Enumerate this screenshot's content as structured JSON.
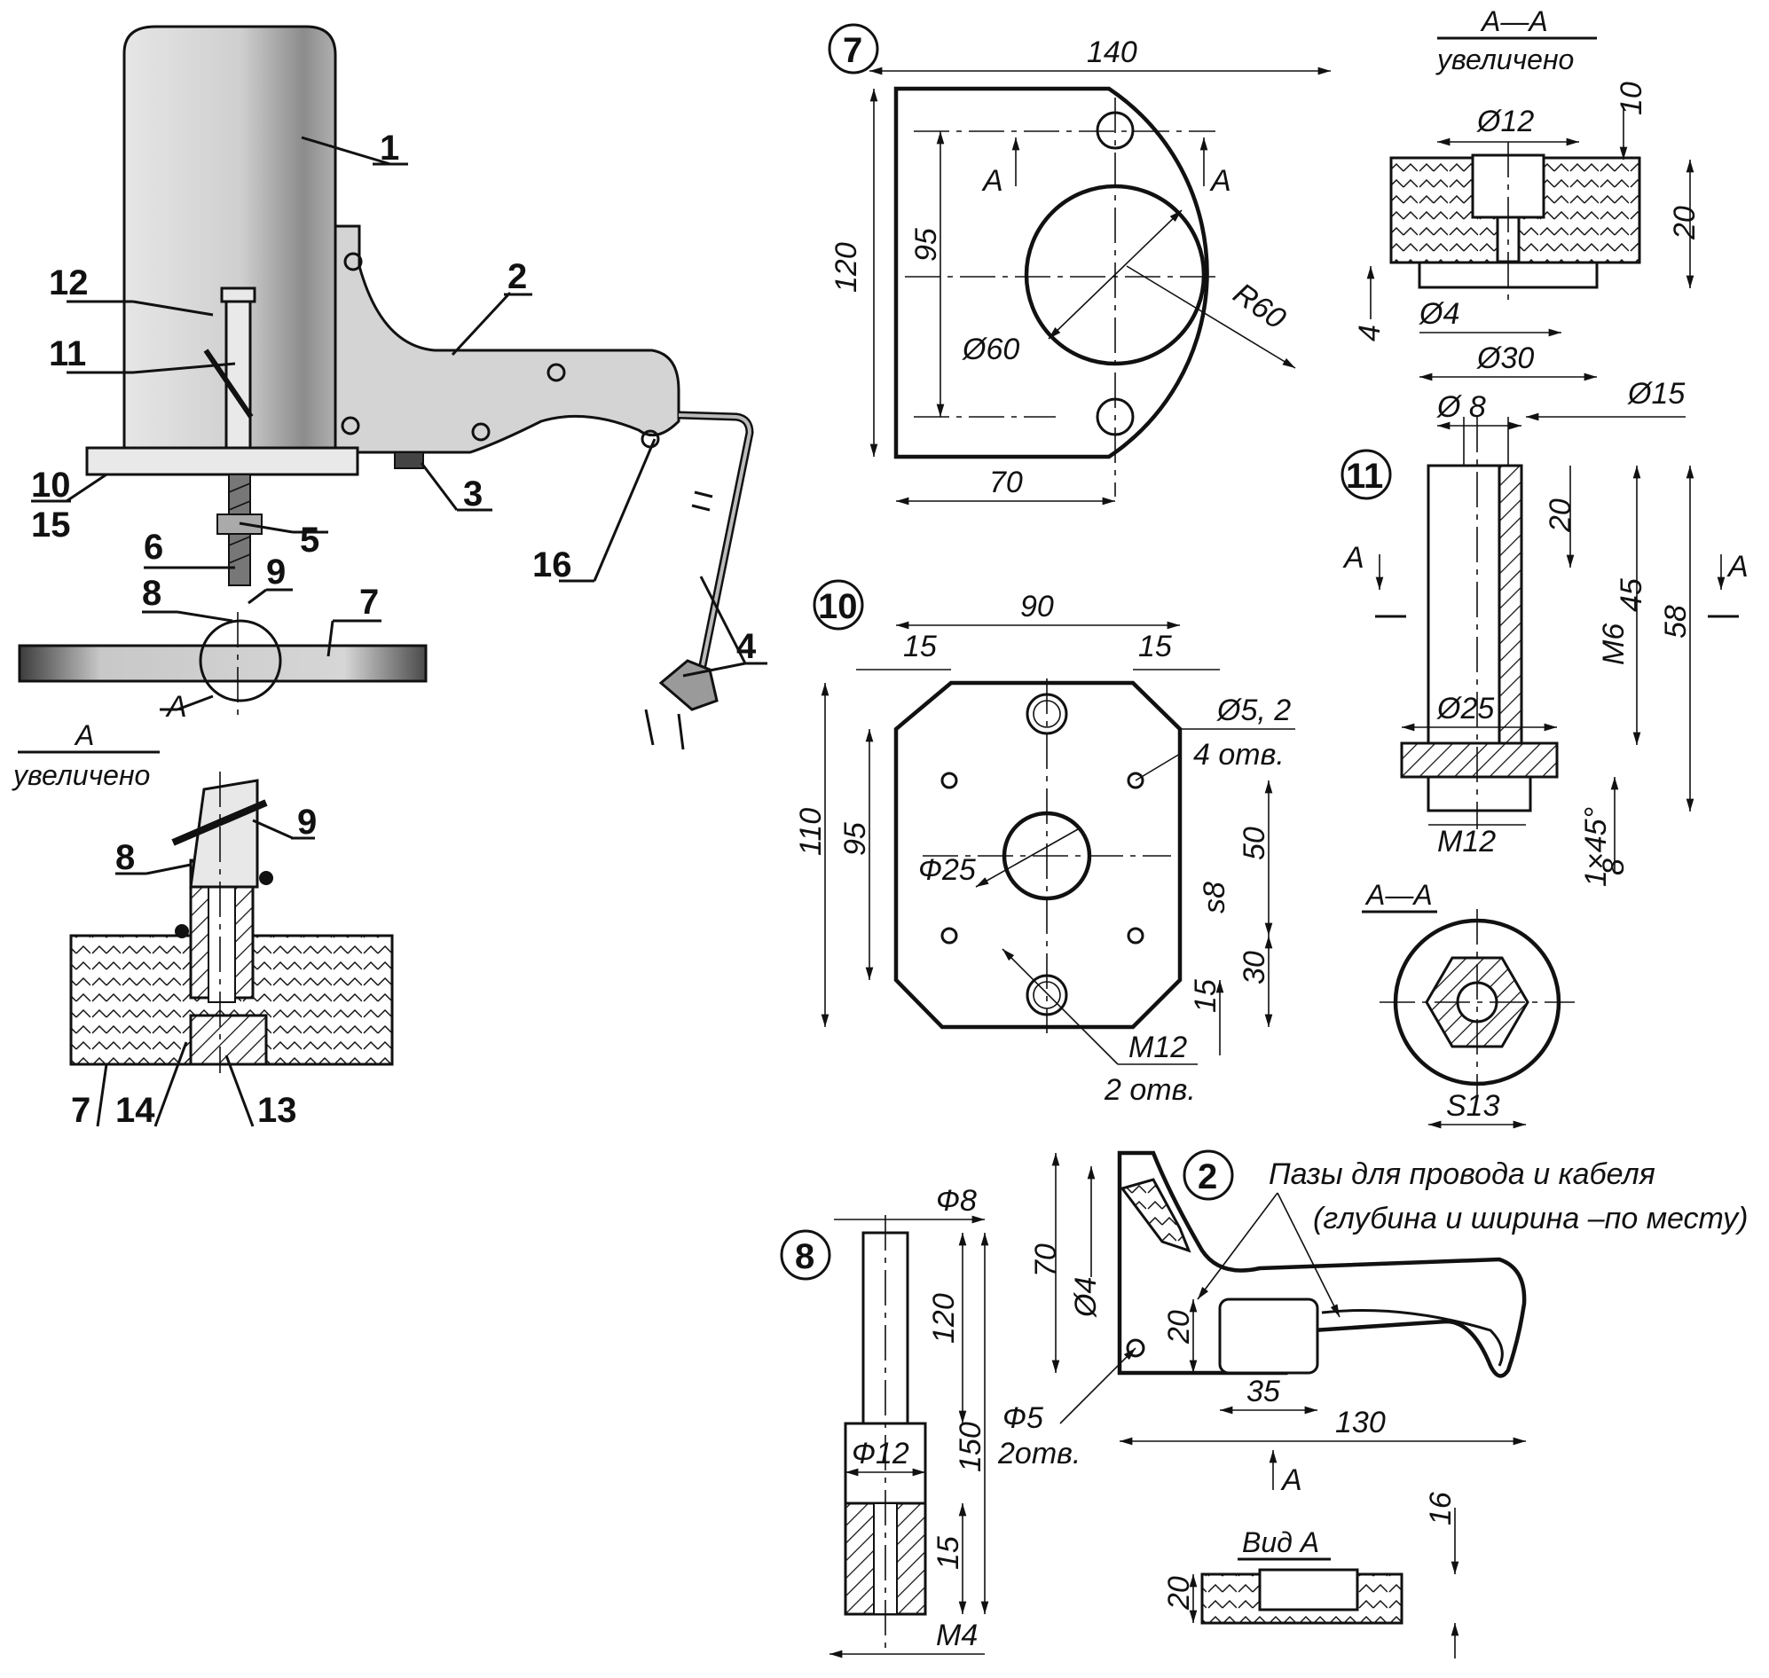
{
  "general_view": {
    "callouts": [
      "1",
      "2",
      "3",
      "4",
      "5",
      "6",
      "7",
      "8",
      "9",
      "10",
      "11",
      "12",
      "15",
      "16"
    ],
    "section_marker": "A",
    "detail_title": "A",
    "detail_subtitle": "увеличено",
    "detail_callouts": [
      "8",
      "9",
      "7",
      "14",
      "13"
    ]
  },
  "part7": {
    "number": "7",
    "dims": {
      "width": "140",
      "height": "120",
      "holes_span": "95",
      "hole_center": "70",
      "bore": "Ø60",
      "radius": "R60"
    },
    "section_mark_left": "A",
    "section_mark_right": "A"
  },
  "section_AA_7": {
    "title": "A—A",
    "subtitle": "увеличено",
    "dims": {
      "bore": "Ø12",
      "top": "10",
      "thickness": "20",
      "bottom": "4",
      "small_bore": "Ø4",
      "counterbore": "Ø30"
    }
  },
  "part11": {
    "number": "11",
    "dims": {
      "d_small": "Ø 8",
      "d_large": "Ø15",
      "d_flange": "Ø25",
      "l20": "20",
      "l45": "45",
      "l58": "58",
      "thread_top": "M6",
      "thread_bottom": "M12",
      "chamfer": "1×45°",
      "l8": "8"
    },
    "section_mark_left": "A",
    "section_mark_right": "A"
  },
  "section_AA_11": {
    "title": "A—A",
    "hex": "S13"
  },
  "part10": {
    "number": "10",
    "dims": {
      "width": "90",
      "chamfer_left": "15",
      "chamfer_right": "15",
      "height": "110",
      "inner_height": "95",
      "holes": "Ø5, 2",
      "holes_count": "4 отв.",
      "bore": "Ф25",
      "spacing": "50",
      "thickness": "s8",
      "lower": "30",
      "edge": "15",
      "thread": "М12",
      "thread_count": "2 отв."
    }
  },
  "part8": {
    "number": "8",
    "dims": {
      "rod": "Ф8",
      "length_upper": "120",
      "length_total": "150",
      "sleeve": "Ф12",
      "depth": "15",
      "thread": "М4"
    }
  },
  "part2": {
    "number": "2",
    "note_line1": "Пазы для провода и кабеля",
    "note_line2": "(глубина и ширина –по месту)",
    "dims": {
      "height": "70",
      "hole_small": "Ø4",
      "depth": "20",
      "width_slot": "35",
      "length": "130",
      "holes": "Ф5",
      "holes_count": "2отв."
    },
    "view_marker": "A"
  },
  "view_A": {
    "title": "Вид А",
    "dims": {
      "total": "20",
      "top": "16"
    }
  }
}
